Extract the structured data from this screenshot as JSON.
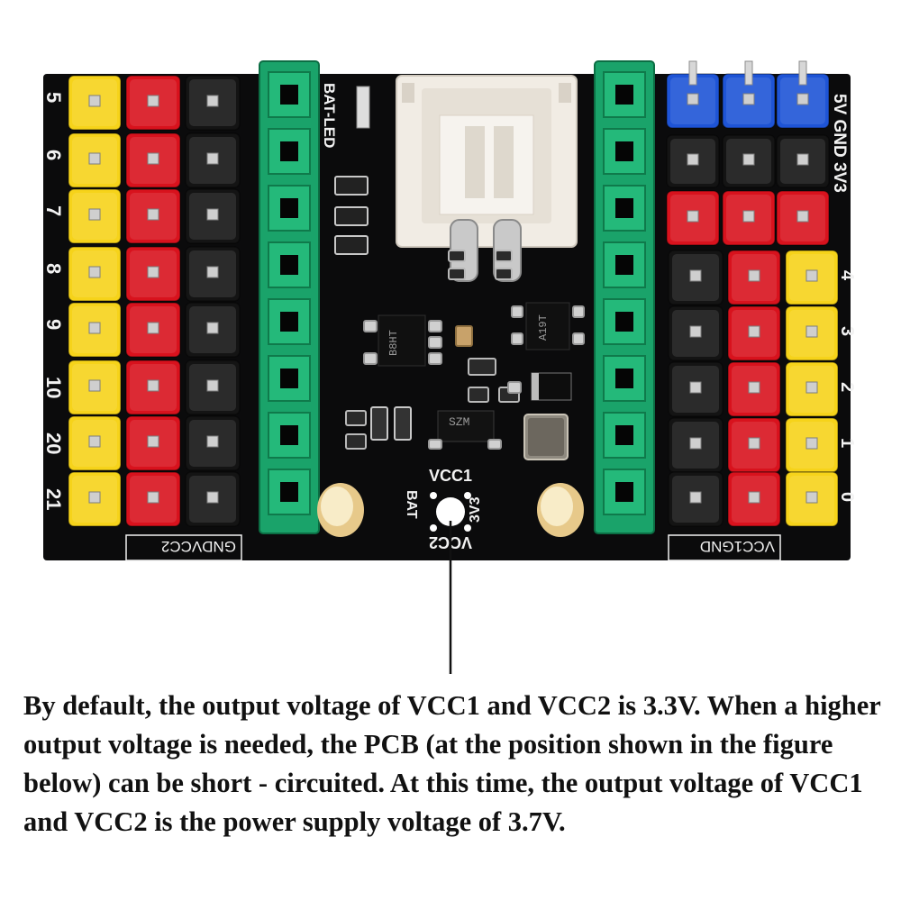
{
  "photo": {
    "left_pin_numbers": [
      "5",
      "6",
      "7",
      "8",
      "9",
      "10",
      "20",
      "21"
    ],
    "silkscreen": {
      "bat_led": "BAT-LED",
      "vcc1": "VCC1",
      "bat": "BAT",
      "v33": "3V3",
      "vcc2": "VCC2",
      "gnd_vcc2": "GNDVCC2",
      "vcc1_gnd": "VCC1GND",
      "right_rail": "5V GND 3V3",
      "right_pin_numbers": [
        "4",
        "3",
        "2",
        "1",
        "0"
      ]
    },
    "chip_marks": [
      "B8HT",
      "A19T",
      "SZM"
    ],
    "colors": {
      "pcb": "#0b0b0c",
      "header_yellow": "#f6d31a",
      "header_red": "#d8121d",
      "header_black": "#141414",
      "header_green": "#1aa36a",
      "header_blue": "#1e54d6",
      "connector": "#f1ece4",
      "pad_gold": "#e7c98a"
    }
  },
  "caption": "By default, the output voltage of VCC1 and VCC2 is 3.3V. When a higher output voltage is needed, the PCB (at the position shown in the figure below) can be short - circuited. At this time, the output voltage of VCC1 and VCC2 is the power supply voltage of 3.7V."
}
